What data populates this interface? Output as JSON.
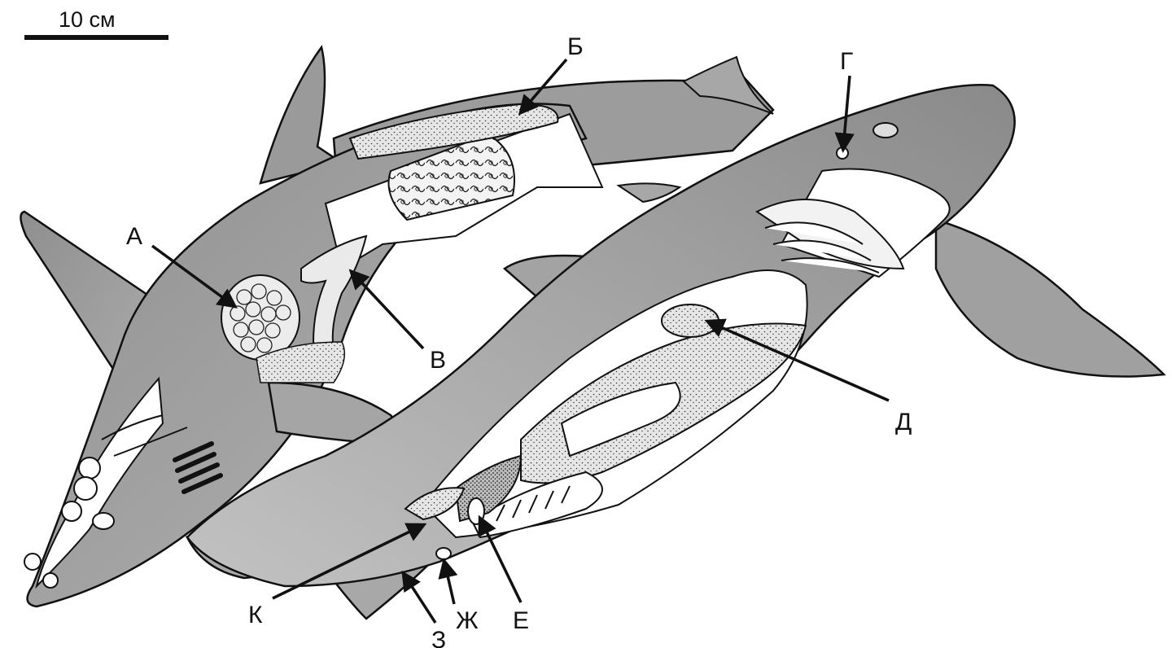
{
  "scale_bar": {
    "label": "10 см"
  },
  "labels": {
    "A": "А",
    "B": "Б",
    "V": "В",
    "G": "Г",
    "D": "Д",
    "E": "Е",
    "ZH": "Ж",
    "Z": "З",
    "K": "К"
  },
  "colors": {
    "body": "#9d9d9d",
    "body_dark": "#7e7e7e",
    "cavity": "#ffffff",
    "organ": "#dcdcdc",
    "outline": "#111111"
  }
}
